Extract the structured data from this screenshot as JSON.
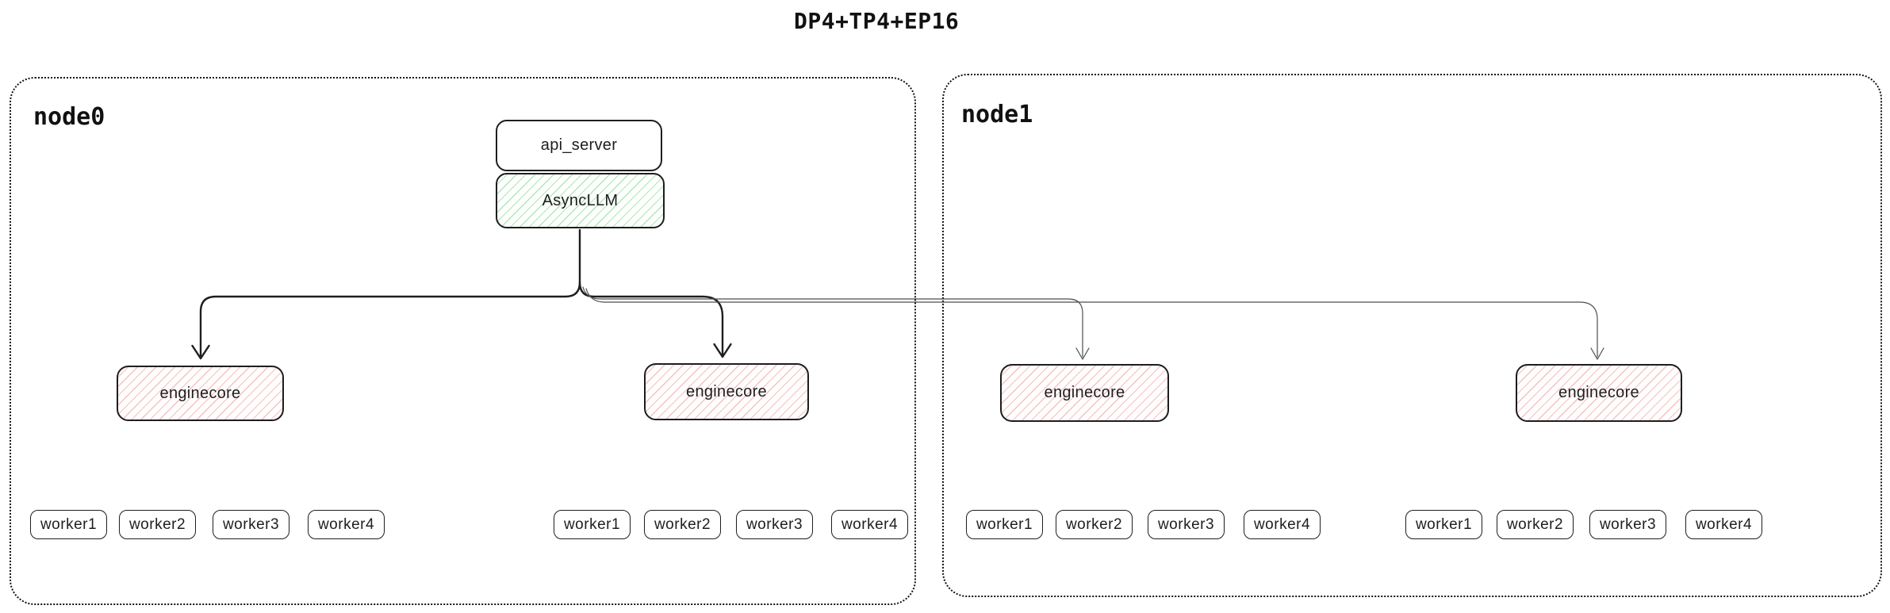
{
  "title": "DP4+TP4+EP16",
  "colors": {
    "stroke": "#1e1e1e",
    "thin_connector": "#4d4d4d",
    "green_hatch": "#40c057",
    "red_hatch": "#e15555",
    "background": "#ffffff"
  },
  "nodes": [
    {
      "label": "node0",
      "api_server_label": "api_server",
      "async_llm_label": "AsyncLLM",
      "enginecores": [
        "enginecore",
        "enginecore"
      ],
      "worker_groups": [
        [
          "worker1",
          "worker2",
          "worker3",
          "worker4"
        ],
        [
          "worker1",
          "worker2",
          "worker3",
          "worker4"
        ]
      ]
    },
    {
      "label": "node1",
      "enginecores": [
        "enginecore",
        "enginecore"
      ],
      "worker_groups": [
        [
          "worker1",
          "worker2",
          "worker3",
          "worker4"
        ],
        [
          "worker1",
          "worker2",
          "worker3",
          "worker4"
        ]
      ]
    }
  ]
}
